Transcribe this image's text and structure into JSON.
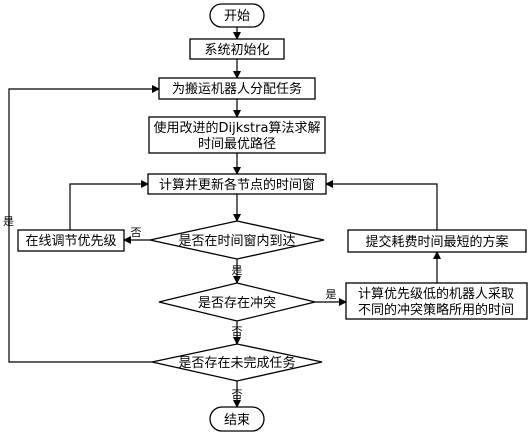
{
  "nodes": {
    "start": "开始",
    "init": "系统初始化",
    "assign": "为搬运机器人分配任务",
    "dijkstra_line1": "使用改进的Dijkstra算法求解",
    "dijkstra_line2": "时间最优路径",
    "compute_window": "计算并更新各节点的时间窗",
    "arrive_check": "是否在时间窗内到达",
    "online_adjust": "在线调节优先级",
    "submit_plan": "提交耗费时间最短的方案",
    "conflict_check": "是否存在冲突",
    "calc_line1": "计算优先级低的机器人采取",
    "calc_line2": "不同的冲突策略所用的时间",
    "unfinished_check": "是否存在未完成任务",
    "end": "结束"
  },
  "edge_labels": {
    "arrive_no": "否",
    "arrive_yes": "是",
    "conflict_yes": "是",
    "conflict_no": "否",
    "unfinished_yes": "是",
    "unfinished_no": "否"
  }
}
